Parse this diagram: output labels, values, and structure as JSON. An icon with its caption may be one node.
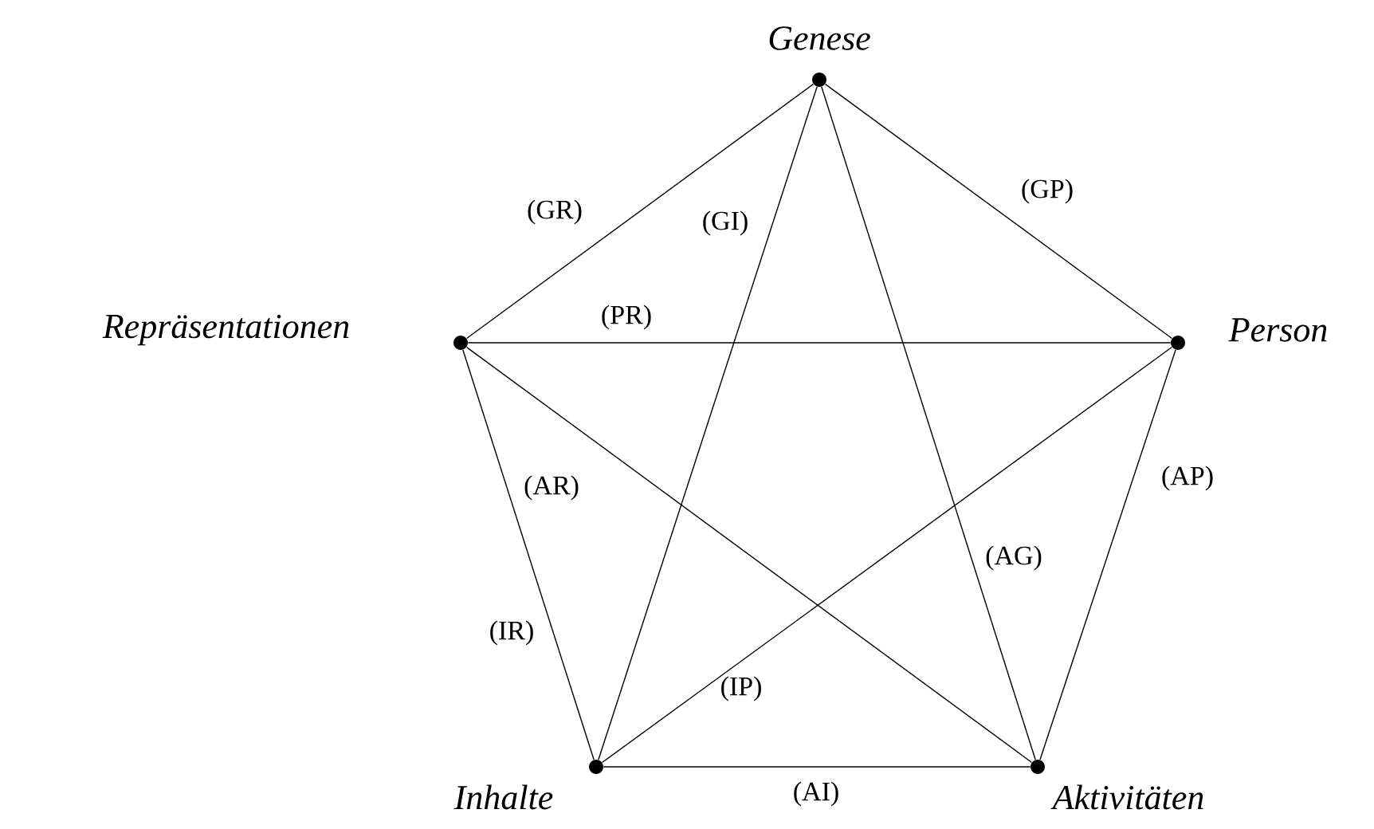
{
  "diagram": {
    "nodes": [
      {
        "text": [
          "Genese"
        ]
      },
      {
        "text": [
          "Repräsentationen"
        ]
      },
      {
        "text": [
          "Person"
        ]
      },
      {
        "text": [
          "Inhalte"
        ]
      },
      {
        "text": [
          "Aktivitäten"
        ]
      }
    ],
    "edges": [
      {
        "from": 0,
        "to": 1,
        "arrow": "none",
        "label": "(GR)"
      },
      {
        "from": 0,
        "to": 3,
        "arrow": "none",
        "label": "(GI)"
      },
      {
        "from": 0,
        "to": 2,
        "arrow": "none",
        "label": "(GP)"
      },
      {
        "from": 1,
        "to": 2,
        "arrow": "none",
        "label": "(PR)"
      },
      {
        "from": 1,
        "to": 4,
        "arrow": "none",
        "label": "(AR)"
      },
      {
        "from": 0,
        "to": 4,
        "arrow": "none",
        "label": "(AG)"
      },
      {
        "from": 2,
        "to": 4,
        "arrow": "none",
        "label": "(AP)"
      },
      {
        "from": 1,
        "to": 3,
        "arrow": "none",
        "label": "(IR)"
      },
      {
        "from": 2,
        "to": 3,
        "arrow": "none",
        "label": "(IP)"
      },
      {
        "from": 3,
        "to": 4,
        "arrow": "none",
        "label": "(AI)"
      }
    ]
  }
}
